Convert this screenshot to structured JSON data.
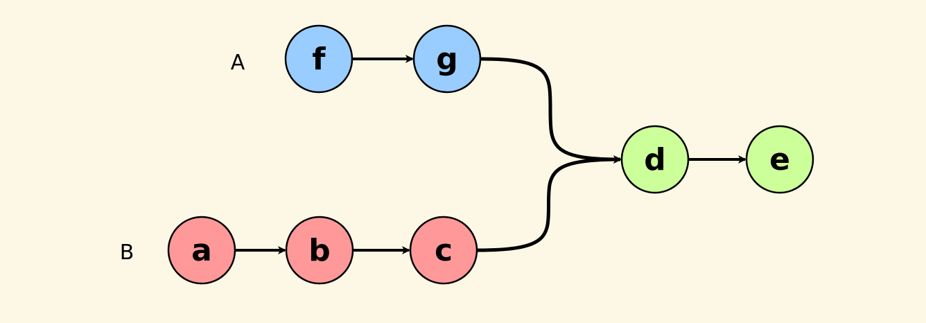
{
  "diagram": {
    "type": "commit-graph",
    "background": "#fdf7e6",
    "colors": {
      "branch_a": "#99ccff",
      "branch_b": "#ff9999",
      "merged": "#ccff99",
      "stroke": "#000000"
    },
    "branch_labels": [
      {
        "id": "A",
        "text": "A"
      },
      {
        "id": "B",
        "text": "B"
      }
    ],
    "nodes": [
      {
        "id": "f",
        "label": "f",
        "group": "branch_a"
      },
      {
        "id": "g",
        "label": "g",
        "group": "branch_a"
      },
      {
        "id": "a",
        "label": "a",
        "group": "branch_b"
      },
      {
        "id": "b",
        "label": "b",
        "group": "branch_b"
      },
      {
        "id": "c",
        "label": "c",
        "group": "branch_b"
      },
      {
        "id": "d",
        "label": "d",
        "group": "merged"
      },
      {
        "id": "e",
        "label": "e",
        "group": "merged"
      }
    ],
    "edges": [
      {
        "from": "f",
        "to": "g"
      },
      {
        "from": "a",
        "to": "b"
      },
      {
        "from": "b",
        "to": "c"
      },
      {
        "from": "g",
        "to": "d"
      },
      {
        "from": "c",
        "to": "d"
      },
      {
        "from": "d",
        "to": "e"
      }
    ]
  }
}
